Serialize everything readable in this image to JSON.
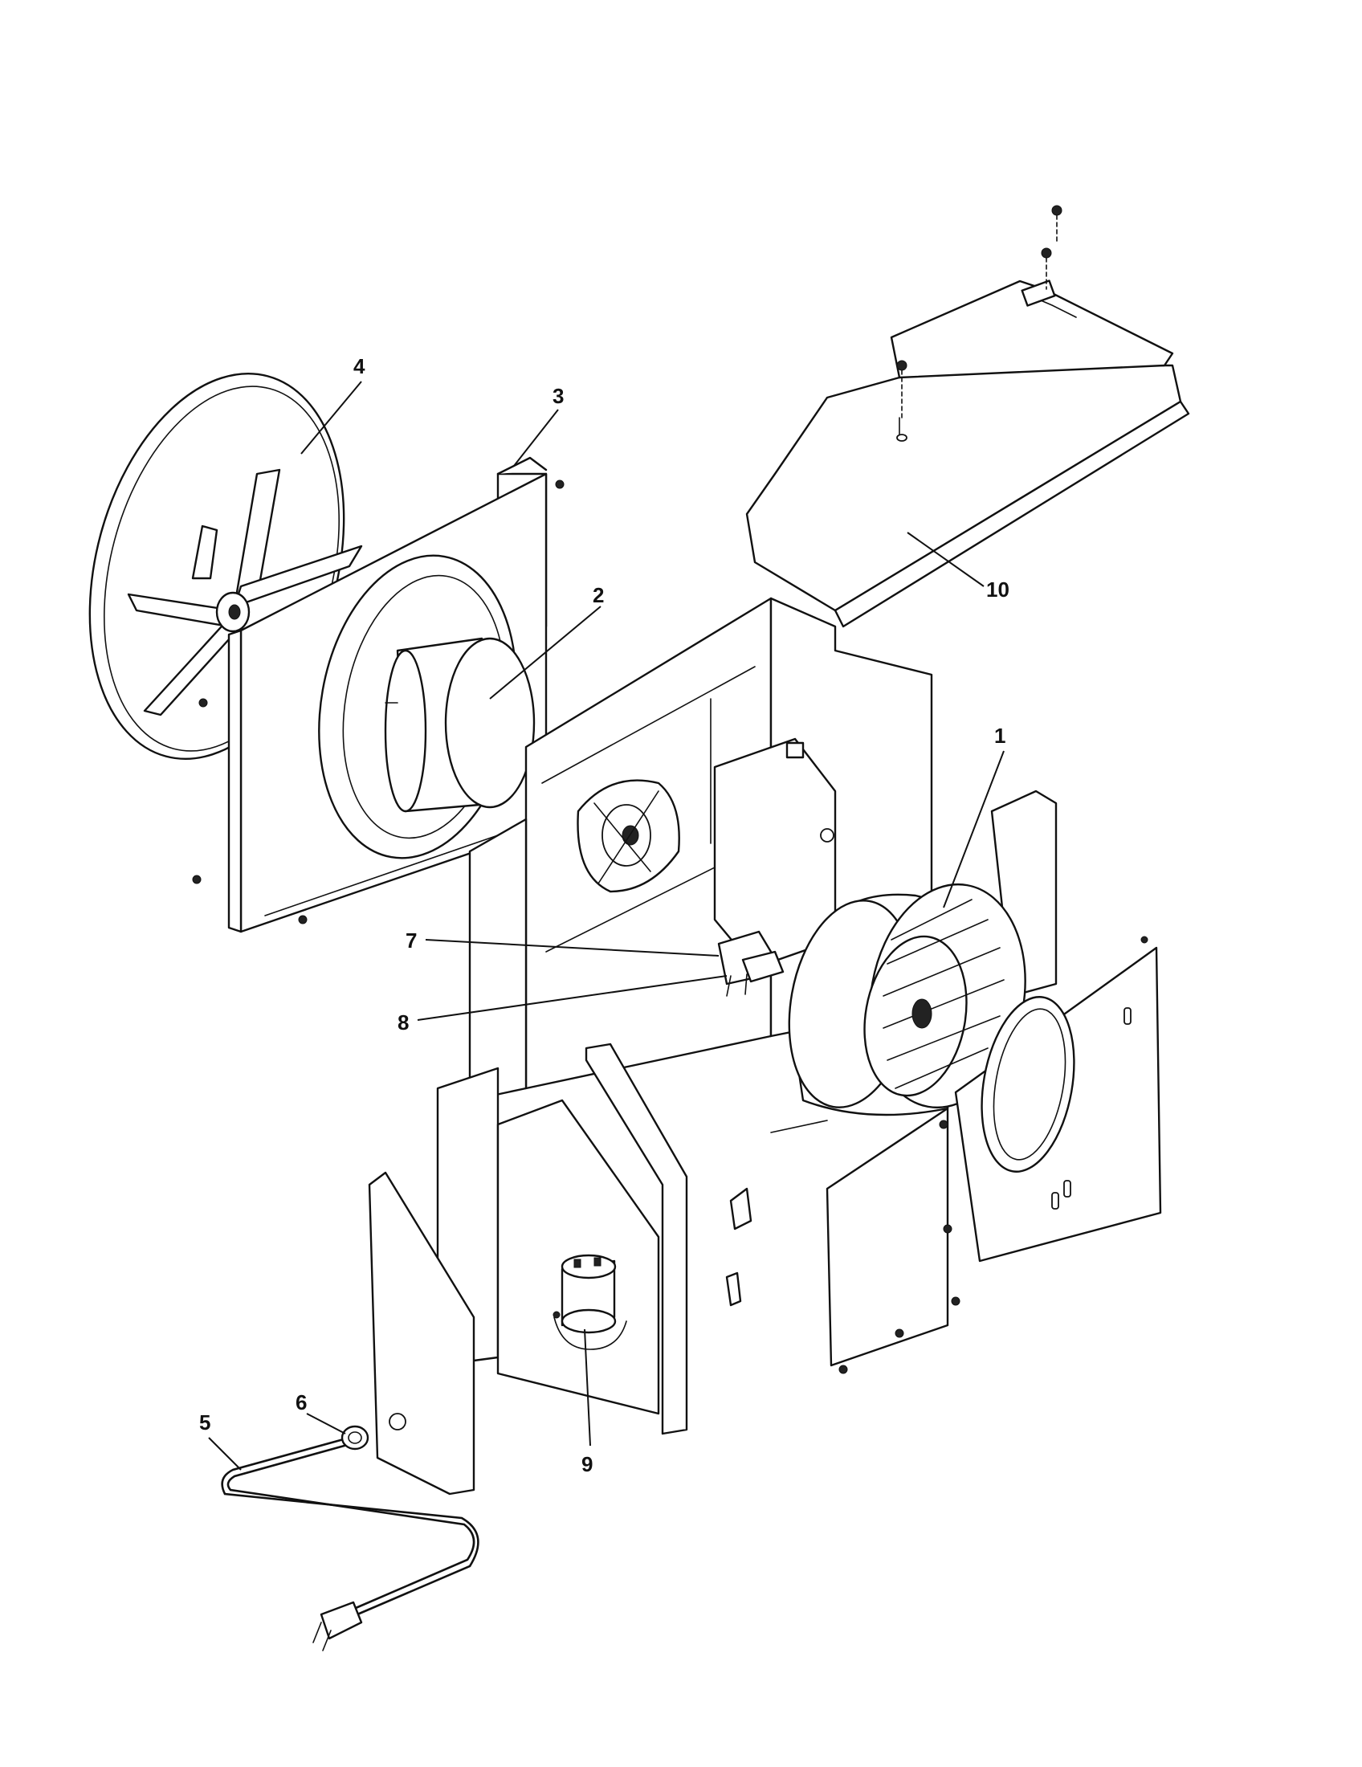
{
  "diagram": {
    "callouts": [
      {
        "id": "1",
        "label": "1"
      },
      {
        "id": "2",
        "label": "2"
      },
      {
        "id": "3",
        "label": "3"
      },
      {
        "id": "4",
        "label": "4"
      },
      {
        "id": "5",
        "label": "5"
      },
      {
        "id": "6",
        "label": "6"
      },
      {
        "id": "7",
        "label": "7"
      },
      {
        "id": "8",
        "label": "8"
      },
      {
        "id": "9",
        "label": "9"
      },
      {
        "id": "10",
        "label": "10"
      }
    ],
    "line_color": "#111111",
    "background_color": "#ffffff"
  }
}
